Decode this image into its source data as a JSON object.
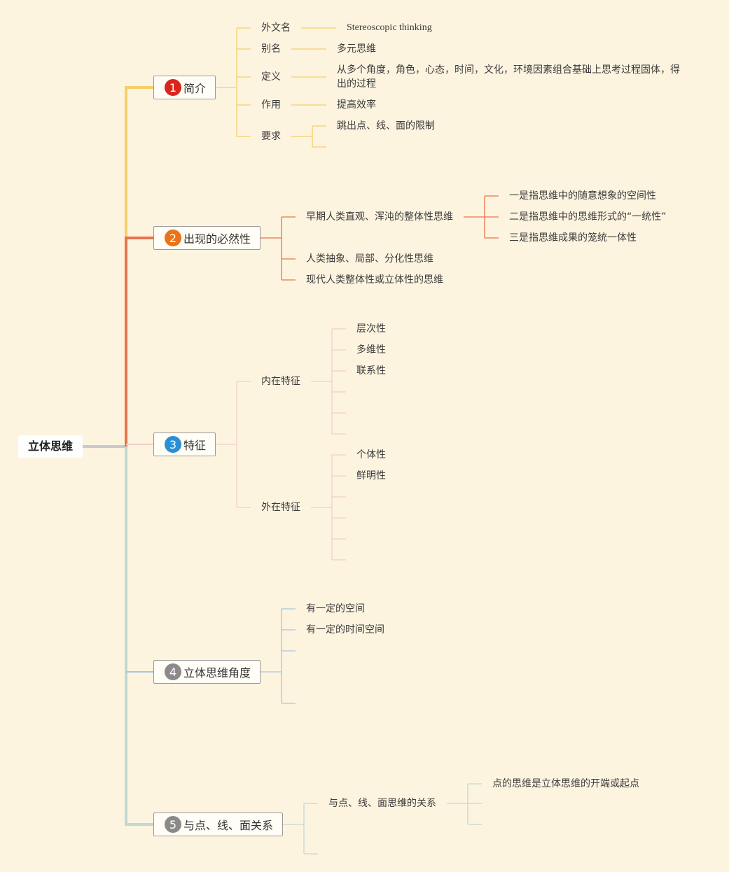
{
  "root": "立体思维",
  "colors": {
    "background": "#fdf4e0",
    "b1": "#f6cf6a",
    "b2": "#e8734a",
    "b3": "#f2cfc6",
    "b4": "#a8c4e0",
    "b5": "#c2d8d2"
  },
  "branches": [
    {
      "num": "1",
      "label": "简介",
      "badge_color": "#d8261d",
      "items": [
        {
          "label": "外文名",
          "value": "Stereoscopic thinking"
        },
        {
          "label": "别名",
          "value": "多元思维"
        },
        {
          "label": "定义",
          "value": "从多个角度，角色，心态，时间，文化，环境因素组合基础上思考过程固体，得出的过程"
        },
        {
          "label": "作用",
          "value": "提高效率"
        },
        {
          "label": "要求",
          "value": "跳出点、线、面的限制"
        }
      ]
    },
    {
      "num": "2",
      "label": "出现的必然性",
      "badge_color": "#e8731a",
      "items": [
        {
          "label": "早期人类直观、浑沌的整体性思维",
          "children": [
            "一是指思维中的随意想象的空间性",
            "二是指思维中的思维形式的“一统性”",
            "三是指思维成果的笼统一体性"
          ]
        },
        {
          "label": "人类抽象、局部、分化性思维"
        },
        {
          "label": "现代人类整体性或立体性的思维"
        }
      ]
    },
    {
      "num": "3",
      "label": "特征",
      "badge_color": "#2a8fd4",
      "items": [
        {
          "label": "内在特征",
          "children": [
            "层次性",
            "多维性",
            "联系性"
          ]
        },
        {
          "label": "外在特征",
          "children": [
            "个体性",
            "鲜明性"
          ]
        }
      ]
    },
    {
      "num": "4",
      "label": "立体思维角度",
      "badge_color": "#8a8a8a",
      "items": [
        {
          "label": "有一定的空间"
        },
        {
          "label": "有一定的时间空间"
        }
      ]
    },
    {
      "num": "5",
      "label": "与点、线、面关系",
      "badge_color": "#8a8a8a",
      "items": [
        {
          "label": "与点、线、面思维的关系",
          "children": [
            "点的思维是立体思维的开端或起点"
          ]
        }
      ]
    }
  ]
}
